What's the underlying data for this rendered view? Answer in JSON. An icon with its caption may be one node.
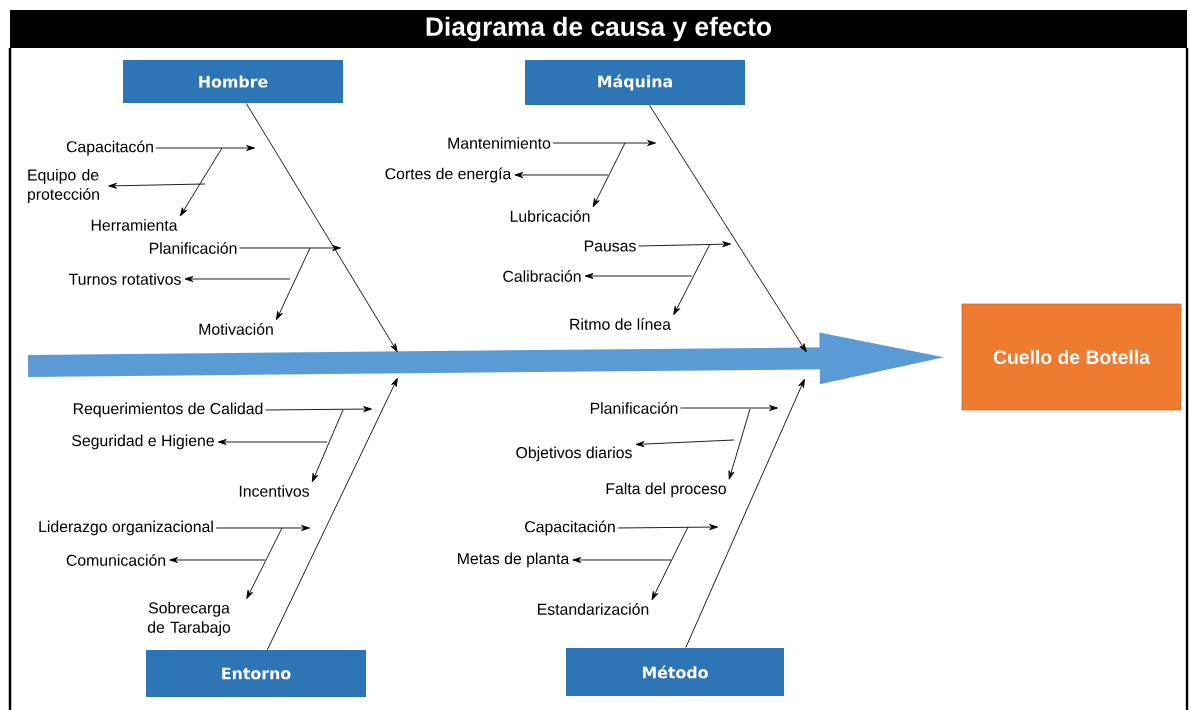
{
  "diagram": {
    "title": "Diagrama de causa y efecto",
    "nodes": [
      {
        "text": [
          "Hombre"
        ]
      },
      {
        "text": [
          "Máquina"
        ]
      },
      {
        "text": [
          "Cuello de Botella"
        ]
      },
      {
        "text": [
          "Entorno"
        ]
      },
      {
        "text": [
          "Método"
        ]
      },
      {
        "text": [
          "Capacitacón"
        ]
      },
      {
        "text": [
          "Equipo de protección"
        ]
      },
      {
        "text": [
          "Herramienta"
        ]
      },
      {
        "text": [
          "Planificación"
        ]
      },
      {
        "text": [
          "Turnos rotativos"
        ]
      },
      {
        "text": [
          "Motivación"
        ]
      },
      {
        "text": [
          "Mantenimiento"
        ]
      },
      {
        "text": [
          "Cortes de energía"
        ]
      },
      {
        "text": [
          "Lubricación"
        ]
      },
      {
        "text": [
          "Pausas"
        ]
      },
      {
        "text": [
          "Calibración"
        ]
      },
      {
        "text": [
          "Ritmo de línea"
        ]
      },
      {
        "text": [
          "Requerimientos de Calidad"
        ]
      },
      {
        "text": [
          "Seguridad e Higiene"
        ]
      },
      {
        "text": [
          "Incentivos"
        ]
      },
      {
        "text": [
          "Liderazgo organizacional"
        ]
      },
      {
        "text": [
          "Comunicación"
        ]
      },
      {
        "text": [
          "Sobrecarga de Tarabajo"
        ]
      },
      {
        "text": [
          "Planificación"
        ]
      },
      {
        "text": [
          "Objetivos diarios"
        ]
      },
      {
        "text": [
          "Falta del proceso"
        ]
      },
      {
        "text": [
          "Capacitación"
        ]
      },
      {
        "text": [
          "Metas de planta"
        ]
      },
      {
        "text": [
          "Estandarización"
        ]
      }
    ],
    "edges": [
      {
        "from": null,
        "to": 2,
        "arrow": "to",
        "style": "thick",
        "color": "#5b9bd5"
      },
      {
        "from": 0,
        "to": null,
        "arrow": "to"
      },
      {
        "from": 1,
        "to": null,
        "arrow": "to"
      },
      {
        "from": 3,
        "to": null,
        "arrow": "to"
      },
      {
        "from": 4,
        "to": null,
        "arrow": "to"
      },
      {
        "from": 5,
        "to": null,
        "arrow": "to"
      },
      {
        "from": null,
        "to": 7,
        "arrow": "to"
      },
      {
        "from": null,
        "to": 6,
        "arrow": "to"
      },
      {
        "from": 8,
        "to": null,
        "arrow": "to"
      },
      {
        "from": null,
        "to": 10,
        "arrow": "to"
      },
      {
        "from": null,
        "to": 9,
        "arrow": "to"
      },
      {
        "from": 11,
        "to": null,
        "arrow": "to"
      },
      {
        "from": null,
        "to": 13,
        "arrow": "to"
      },
      {
        "from": null,
        "to": 12,
        "arrow": "to"
      },
      {
        "from": 14,
        "to": null,
        "arrow": "to"
      },
      {
        "from": null,
        "to": 16,
        "arrow": "to"
      },
      {
        "from": null,
        "to": 15,
        "arrow": "to"
      },
      {
        "from": 17,
        "to": null,
        "arrow": "to"
      },
      {
        "from": null,
        "to": 19,
        "arrow": "to"
      },
      {
        "from": null,
        "to": 18,
        "arrow": "to"
      },
      {
        "from": 20,
        "to": null,
        "arrow": "to"
      },
      {
        "from": null,
        "to": 22,
        "arrow": "to"
      },
      {
        "from": null,
        "to": 21,
        "arrow": "to"
      },
      {
        "from": 23,
        "to": null,
        "arrow": "to"
      },
      {
        "from": null,
        "to": 25,
        "arrow": "to"
      },
      {
        "from": null,
        "to": 24,
        "arrow": "to"
      },
      {
        "from": 26,
        "to": null,
        "arrow": "to"
      },
      {
        "from": null,
        "to": 28,
        "arrow": "to"
      },
      {
        "from": null,
        "to": 27,
        "arrow": "to"
      }
    ]
  }
}
